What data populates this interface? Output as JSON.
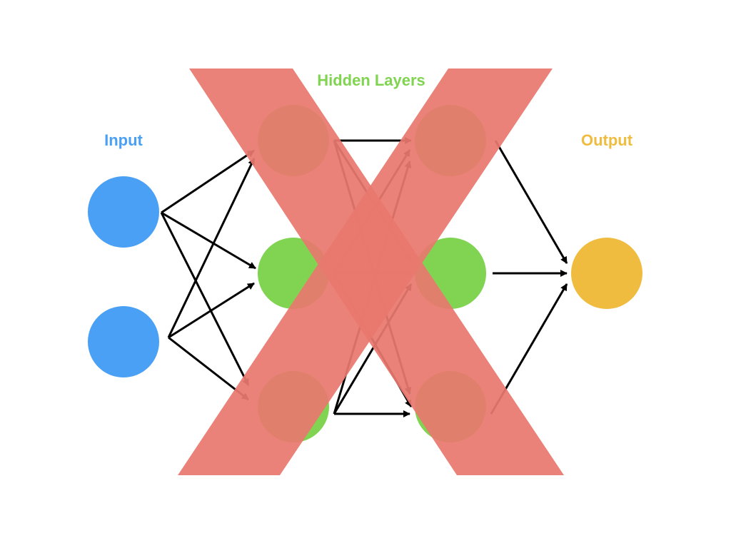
{
  "labels": {
    "input": "Input",
    "hidden": "Hidden Layers",
    "output": "Output"
  },
  "colors": {
    "input": "#4aa0f5",
    "hidden": "#80d451",
    "output": "#efbc40",
    "cross": "#e8796f",
    "edge": "#000000"
  },
  "layers": [
    {
      "role": "input",
      "node_count": 2
    },
    {
      "role": "hidden",
      "node_count": 3
    },
    {
      "role": "hidden",
      "node_count": 3
    },
    {
      "role": "output",
      "node_count": 1
    }
  ],
  "connectivity": "fully-connected",
  "overlay": "red-x-crossed-out"
}
